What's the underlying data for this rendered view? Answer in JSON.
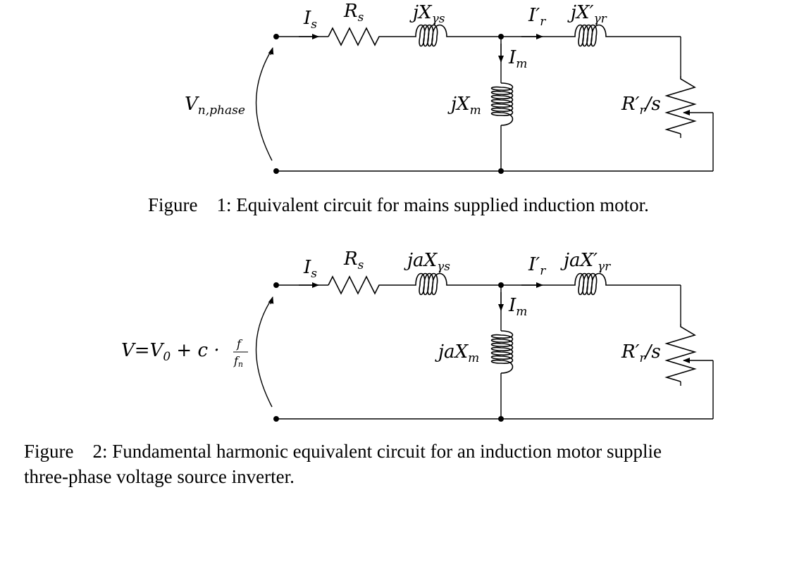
{
  "figure1": {
    "labels": {
      "source": "V",
      "source_sub": "n,phase",
      "is": "I",
      "is_sub": "s",
      "rs": "R",
      "rs_sub": "s",
      "xs": "jX",
      "xs_sub": "γs",
      "ir": "I′",
      "ir_sub": "r",
      "xr": "jX′",
      "xr_sub": "γr",
      "im": "I",
      "im_sub": "m",
      "xm": "jX",
      "xm_sub": "m",
      "rload": "R′",
      "rload_sub": "r",
      "rload_tail": "/s"
    },
    "caption": "Figure    1: Equivalent circuit for mains supplied induction motor."
  },
  "figure2": {
    "labels": {
      "source": "V=V",
      "source_sub": "0",
      "source_rest": " + c · ",
      "frac_num": "f",
      "frac_den": "f",
      "frac_den_sub": "n",
      "is": "I",
      "is_sub": "s",
      "rs": "R",
      "rs_sub": "s",
      "xs": "jaX",
      "xs_sub": "γs",
      "ir": "I′",
      "ir_sub": "r",
      "xr": "jaX′",
      "xr_sub": "γr",
      "im": "I",
      "im_sub": "m",
      "xm": "jaX",
      "xm_sub": "m",
      "rload": "R′",
      "rload_sub": "r",
      "rload_tail": "/s"
    },
    "caption_line1": "Figure    2: Fundamental harmonic equivalent circuit for an induction motor supplie",
    "caption_line2": "three-phase voltage source inverter."
  }
}
